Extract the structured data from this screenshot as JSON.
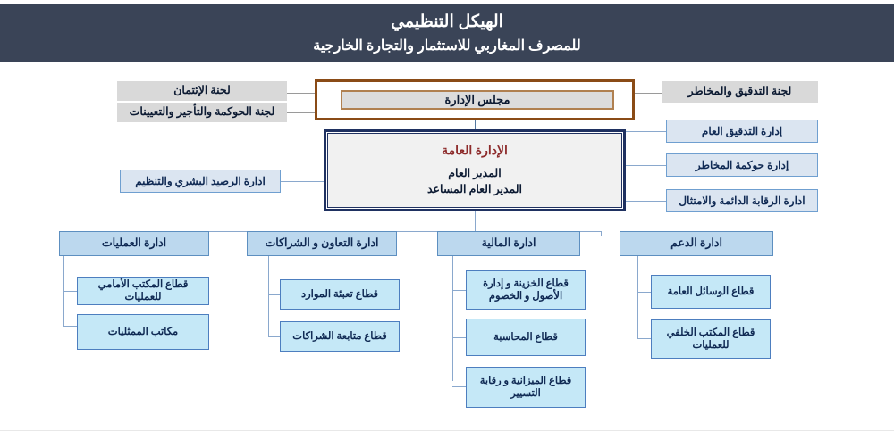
{
  "header": {
    "title": "الهيكل التنظيمي",
    "subtitle": "للمصرف المغاربي للاستثمار والتجارة الخارجية",
    "background_color": "#3a4457",
    "text_color": "#ffffff"
  },
  "colors": {
    "committee_fill": "#d9d9d9",
    "board_border": "#8a4b16",
    "board_inner_fill": "#dcdcdc",
    "gm_border": "#1f3161",
    "gm_fill": "#f1f1f1",
    "gm_title_color": "#8d2b2b",
    "staff_fill": "#dbe5f1",
    "division_fill": "#bcd8ee",
    "unit_fill": "#c5e8f7",
    "connector": "#8aa8cd",
    "label_color": "#102a54"
  },
  "board": {
    "label": "مجلس  الإدارة"
  },
  "general_management": {
    "title": "الإدارة  العامة",
    "roles": [
      "المدير العام",
      "المدير العام المساعد"
    ]
  },
  "committees_left": [
    {
      "label": "لجنة  الإئتمان"
    },
    {
      "label": "لجنة الحوكمة والتأجير والتعيينات"
    }
  ],
  "committees_right": [
    {
      "label": "لجنة التدقيق والمخاطر"
    }
  ],
  "staff_right": [
    {
      "label": "إدارة التدقيق العام"
    },
    {
      "label": "إدارة حوكمة المخاطر"
    },
    {
      "label": "ادارة الرقابة الدائمة والامتثال"
    }
  ],
  "staff_left": [
    {
      "label": "ادارة الرصيد البشري والتنظيم"
    }
  ],
  "divisions": [
    {
      "label": "ادارة  العمليات",
      "units": [
        {
          "label": "قطاع المكتب الأمامي  للعمليات"
        },
        {
          "label": "مكاتب الممثليات"
        }
      ]
    },
    {
      "label": "ادارة  التعاون و  الشراكات",
      "units": [
        {
          "label": "قطاع  تعبئة  الموارد"
        },
        {
          "label": "قطاع  متابعة  الشراكات"
        }
      ]
    },
    {
      "label": "ادارة  المالية",
      "units": [
        {
          "label": "قطاع  الخزينة و  إدارة الأصول و  الخصوم"
        },
        {
          "label": "قطاع  المحاسبة"
        },
        {
          "label": "قطاع  الميزانية و رقابة التسيير"
        }
      ]
    },
    {
      "label": "ادارة الدعم",
      "units": [
        {
          "label": "قطاع  الوسائل  العامة"
        },
        {
          "label": "قطاع المكتب الخلفي للعمليات"
        }
      ]
    }
  ]
}
